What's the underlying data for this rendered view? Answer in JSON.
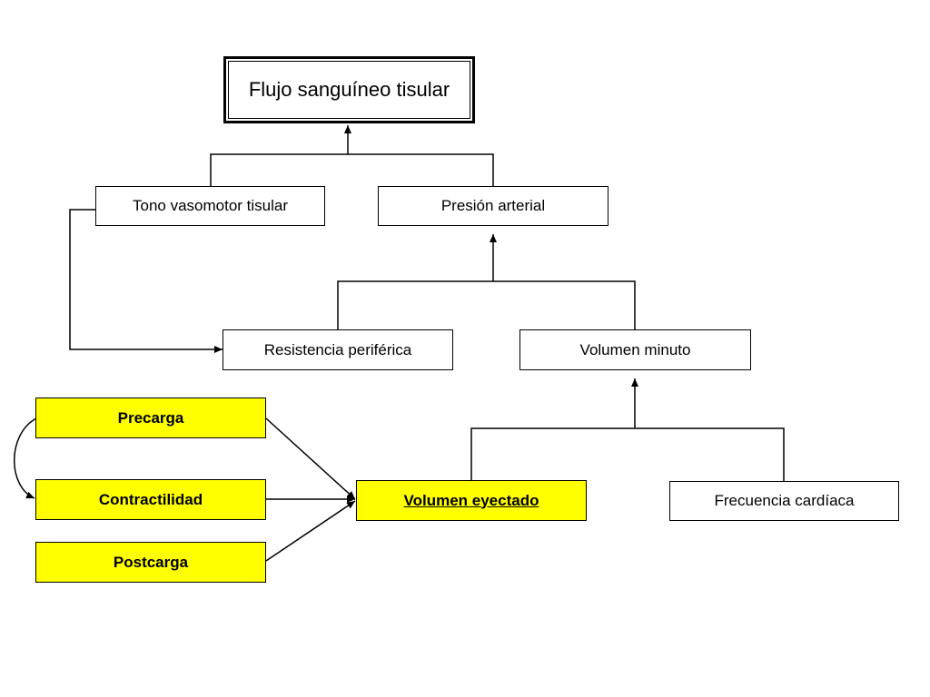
{
  "nodes": {
    "flujo": "Flujo sanguíneo tisular",
    "tono": "Tono vasomotor tisular",
    "presion": "Presión arterial",
    "resistencia": "Resistencia periférica",
    "volumen_minuto": "Volumen minuto",
    "precarga": "Precarga",
    "contractilidad": "Contractilidad",
    "postcarga": "Postcarga",
    "volumen_eyectado": "Volumen eyectado",
    "frecuencia": "Frecuencia cardíaca"
  },
  "colors": {
    "highlight": "#ffff00",
    "line": "#000000"
  }
}
